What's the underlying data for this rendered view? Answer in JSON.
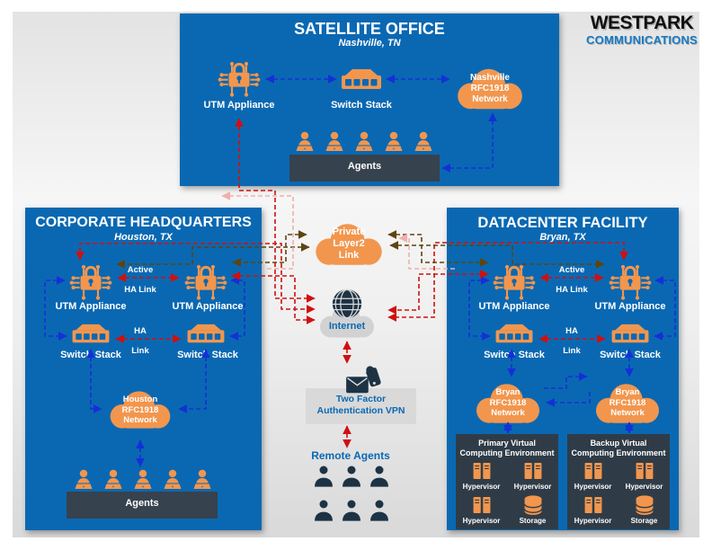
{
  "logo": {
    "name": "WESTPARK",
    "tagline": "COMMUNICATIONS"
  },
  "satellite": {
    "title": "SATELLITE OFFICE",
    "subtitle": "Nashville, TN",
    "utm": "UTM Appliance",
    "switch": "Switch Stack",
    "cloud": [
      "Nashville",
      "RFC1918",
      "Network"
    ],
    "agents": "Agents"
  },
  "hq": {
    "title": "CORPORATE HEADQUARTERS",
    "subtitle": "Houston, TX",
    "utm1": "UTM Appliance",
    "utm2": "UTM Appliance",
    "switch1": "Switch Stack",
    "switch2": "Switch Stack",
    "active_ha": [
      "Active",
      "HA Link"
    ],
    "ha": [
      "HA",
      "Link"
    ],
    "cloud": [
      "Houston",
      "RFC1918",
      "Network"
    ],
    "agents": "Agents"
  },
  "dc": {
    "title": "DATACENTER FACILITY",
    "subtitle": "Bryan, TX",
    "utm1": "UTM Appliance",
    "utm2": "UTM Appliance",
    "switch1": "Switch Stack",
    "switch2": "Switch Stack",
    "active_ha": [
      "Active",
      "HA Link"
    ],
    "ha": [
      "HA",
      "Link"
    ],
    "cloud1": [
      "Bryan",
      "RFC1918",
      "Network"
    ],
    "cloud2": [
      "Bryan",
      "RFC1918",
      "Network"
    ],
    "primary_env": {
      "title": [
        "Primary Virtual",
        "Computing Environment"
      ],
      "items": [
        "Hypervisor",
        "Hypervisor",
        "Hypervisor",
        "Storage"
      ]
    },
    "backup_env": {
      "title": [
        "Backup Virtual",
        "Computing Environment"
      ],
      "items": [
        "Hypervisor",
        "Hypervisor",
        "Hypervisor",
        "Storage"
      ]
    }
  },
  "center": {
    "layer2_cloud": [
      "Private",
      "Layer2",
      "Link"
    ],
    "internet": "Internet",
    "two_factor": [
      "Two Factor",
      "Authentication VPN"
    ],
    "remote_agents": "Remote Agents"
  },
  "colors": {
    "facility_blue": "#0a68b2",
    "orange": "#f2964e",
    "dark_slate": "#36424d",
    "env_panel": "#2f3c47",
    "line_blue": "#1430d6",
    "line_red": "#cf1010",
    "line_brown": "#5f4410",
    "line_pink": "#efb0ac",
    "gray_cloud": "#d2d2d2",
    "gray_box": "#d9d9d9",
    "ink_navy": "#1d3344",
    "logo_black": "#101010",
    "logo_blue": "#1779c4",
    "label_blue": "#0a68b2"
  }
}
